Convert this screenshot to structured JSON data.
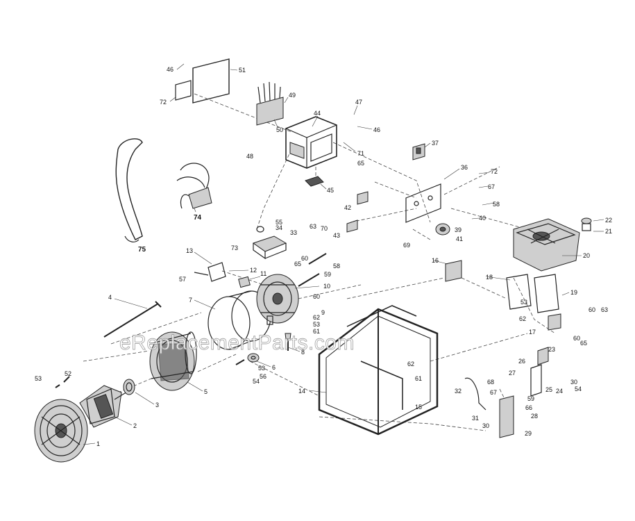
{
  "watermark": "eReplacementParts.com",
  "callouts": {
    "c1": "1",
    "c2": "2",
    "c3": "3",
    "c4": "4",
    "c5": "5",
    "c6": "6",
    "c7": "7",
    "c8": "8",
    "c9": "9",
    "c10": "10",
    "c11": "11",
    "c12": "12",
    "c13": "13",
    "c14": "14",
    "c15": "15",
    "c16": "16",
    "c17": "17",
    "c18": "18",
    "c19": "19",
    "c20": "20",
    "c21": "21",
    "c22": "22",
    "c23": "23",
    "c24": "24",
    "c25": "25",
    "c26": "26",
    "c27": "27",
    "c28": "28",
    "c29": "29",
    "c30a": "30",
    "c30b": "30",
    "c31": "31",
    "c32": "32",
    "c33": "33",
    "c34": "34",
    "c36": "36",
    "c37": "37",
    "c39": "39",
    "c40": "40",
    "c41": "41",
    "c42": "42",
    "c43": "43",
    "c44": "44",
    "c45": "45",
    "c46a": "46",
    "c46b": "46",
    "c47": "47",
    "c48": "48",
    "c49": "49",
    "c50": "50",
    "c51": "51",
    "c52": "52",
    "c53a": "53",
    "c53b": "53",
    "c53c": "53",
    "c53d": "53",
    "c54a": "54",
    "c54b": "54",
    "c55": "55",
    "c56": "56",
    "c57": "57",
    "c58a": "58",
    "c58b": "58",
    "c59a": "59",
    "c59b": "59",
    "c60a": "60",
    "c60b": "60",
    "c60c": "60",
    "c60d": "60",
    "c61a": "61",
    "c61b": "61",
    "c62a": "62",
    "c62b": "62",
    "c62c": "62",
    "c63a": "63",
    "c63b": "63",
    "c65a": "65",
    "c65b": "65",
    "c65c": "65",
    "c66": "66",
    "c67a": "67",
    "c67b": "67",
    "c68": "68",
    "c69": "69",
    "c70": "70",
    "c71": "71",
    "c72a": "72",
    "c72b": "72",
    "c73": "73",
    "c74": "74",
    "c75": "75"
  }
}
